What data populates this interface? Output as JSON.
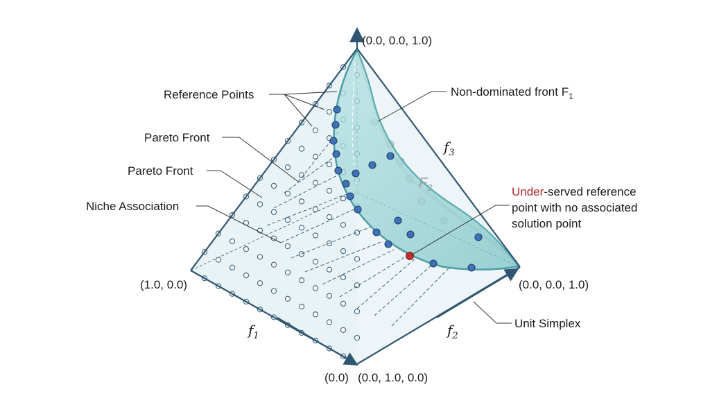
{
  "vertices": {
    "top": "(0.0, 0.0, 1.0)",
    "left": "(1.0, 0.0)",
    "right": "(0.0, 0.0, 1.0)",
    "bottom_a": "(0.0)",
    "bottom_b": "(0.0, 1.0, 0.0)"
  },
  "axes": {
    "f1_base": "f",
    "f1_sub": "1",
    "f2_base": "f",
    "f2_sub": "2",
    "f3_base": "f",
    "f3_sub": "3"
  },
  "annotations": {
    "reference_points": "Reference Points",
    "pareto_front_1": "Pareto Front",
    "pareto_front_2": "Pareto Front",
    "niche_association": "Niche Association",
    "nondominated_text": "Non-dominated front F",
    "nondominated_sub": "1",
    "f2_front_base": "F",
    "f2_front_sub": "2",
    "underserved_red": "Under",
    "underserved_rest": "-served reference",
    "underserved_line2": "point with no associated",
    "underserved_line3": "solution point",
    "unit_simplex": "Unit Simplex"
  },
  "colors": {
    "simplex_fill": "#e7f1f4",
    "simplex_edge": "#2f5670",
    "front_fill": "#8fcfd0",
    "front_edge": "#5aaab0",
    "ref_point": "#3d6478",
    "solution_fill": "#3f73b8",
    "underserved": "#c0302f",
    "grey_front": "#cfd4d6"
  }
}
